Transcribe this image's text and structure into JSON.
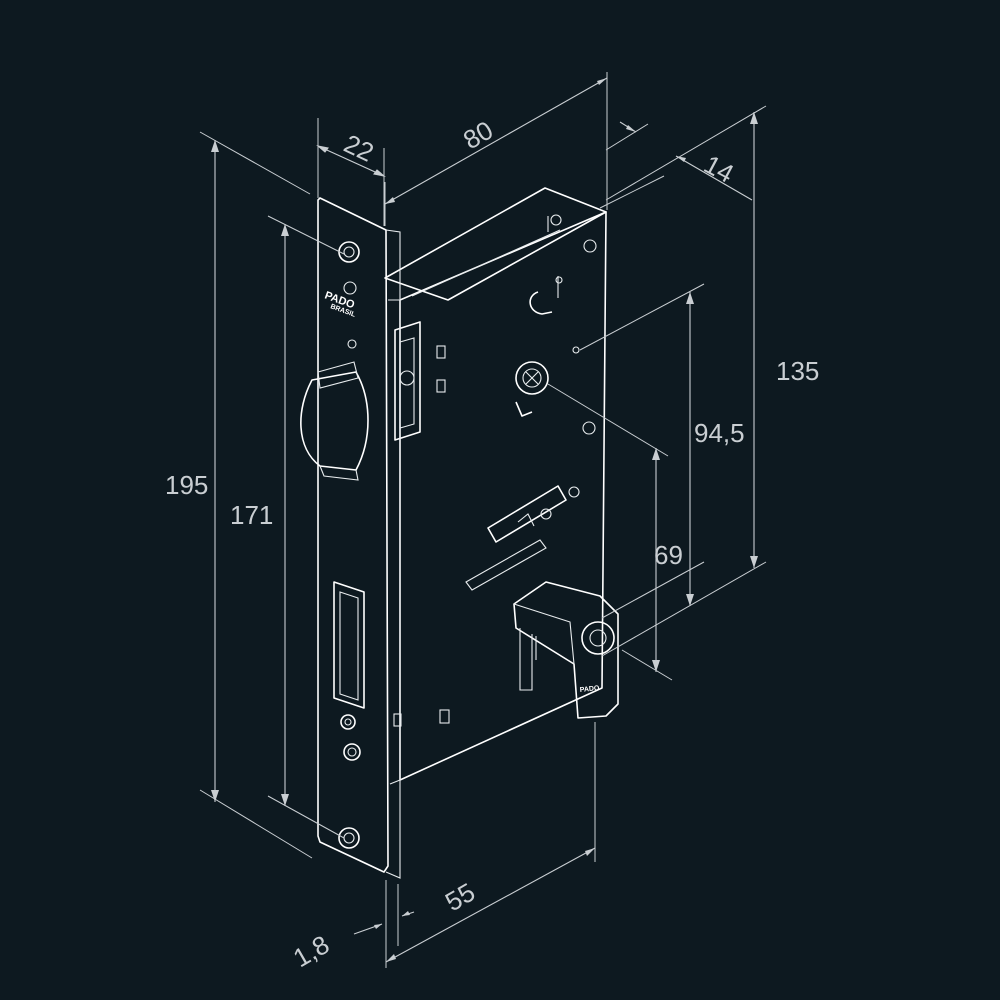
{
  "colors": {
    "background": "#0d1920",
    "outline": "#ffffff",
    "dimension": "#c9ced2"
  },
  "product": {
    "brand": "PADO",
    "origin": "BRASIL"
  },
  "dimensions": {
    "faceplate_width": "22",
    "case_depth": "80",
    "case_thickness": "14",
    "total_height": "195",
    "screw_spacing": "171",
    "case_height": "135",
    "handle_to_bottom": "94,5",
    "handle_to_cylinder": "69",
    "backset": "55",
    "faceplate_thickness": "1,8"
  }
}
